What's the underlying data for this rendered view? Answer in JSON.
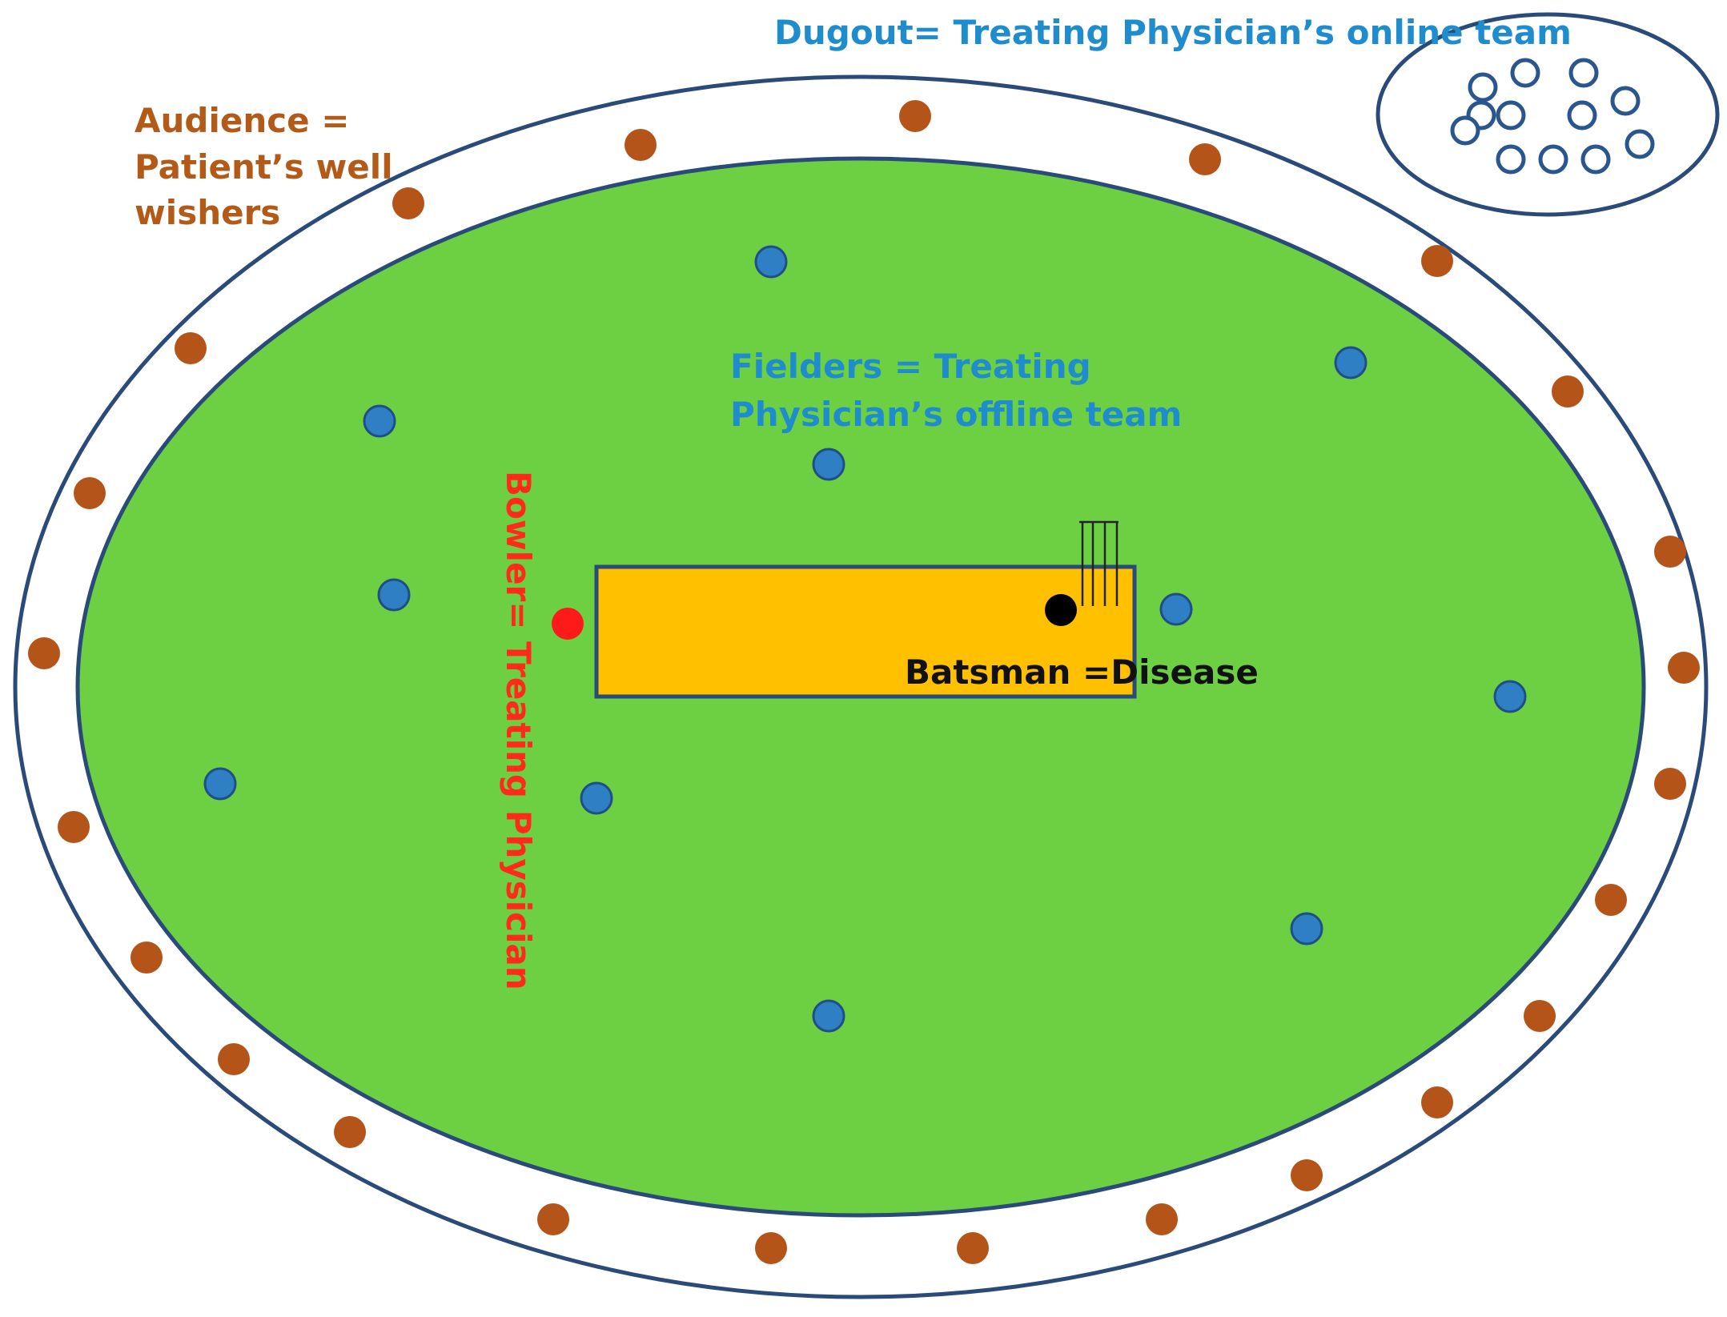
{
  "labels": {
    "dugout": "Dugout= Treating Physician’s online team",
    "audience_line1": "Audience =",
    "audience_line2": "Patient’s well",
    "audience_line3": "wishers",
    "fielders_line1": "Fielders = Treating",
    "fielders_line2": "Physician’s offline team",
    "bowler": "Bowler= Treating Physician",
    "batsman": "Batsman =Disease"
  },
  "colors": {
    "field": "#6dd043",
    "outline": "#2a4a7a",
    "pitch": "#ffc000",
    "audience_dot": "#b55418",
    "fielder_dot": "#2e7fc4",
    "bowler_dot": "#ff1a1a",
    "batsman_dot": "#000000",
    "dugout_circle": "#2a5690"
  }
}
